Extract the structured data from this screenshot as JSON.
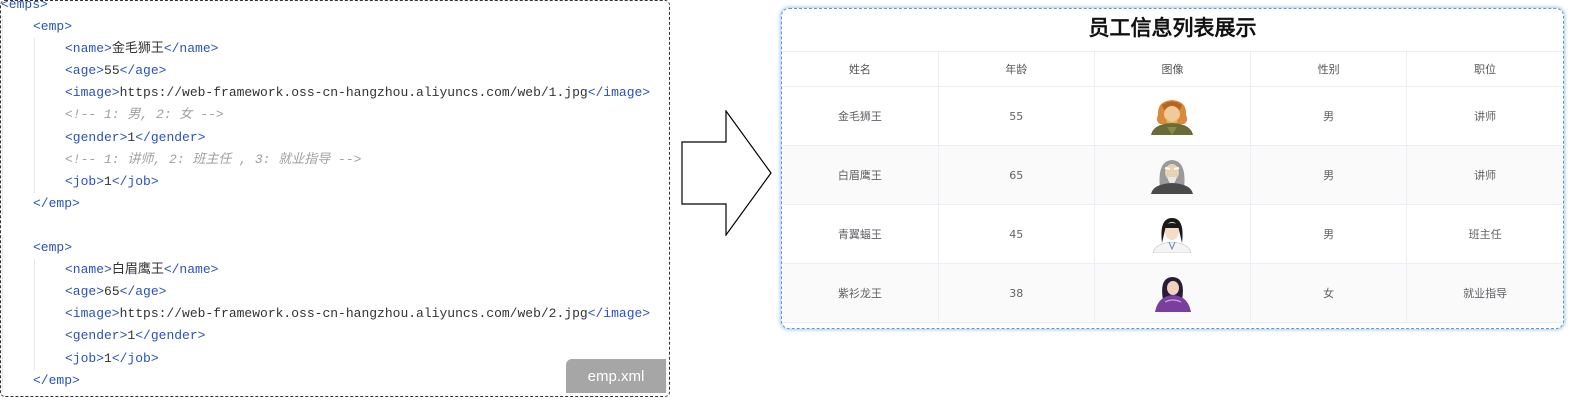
{
  "xml": {
    "lines": [
      {
        "indent": 0,
        "parts": [
          {
            "k": "tag",
            "t": "<emps>"
          }
        ]
      },
      {
        "indent": 1,
        "parts": [
          {
            "k": "tag",
            "t": "<emp>"
          }
        ]
      },
      {
        "indent": 2,
        "parts": [
          {
            "k": "tag",
            "t": "<name>"
          },
          {
            "k": "txt",
            "t": "金毛狮王"
          },
          {
            "k": "tag",
            "t": "</name>"
          }
        ]
      },
      {
        "indent": 2,
        "parts": [
          {
            "k": "tag",
            "t": "<age>"
          },
          {
            "k": "txt",
            "t": "55"
          },
          {
            "k": "tag",
            "t": "</age>"
          }
        ]
      },
      {
        "indent": 2,
        "parts": [
          {
            "k": "tag",
            "t": "<image>"
          },
          {
            "k": "txt",
            "t": "https://web-framework.oss-cn-hangzhou.aliyuncs.com/web/1.jpg"
          },
          {
            "k": "tag",
            "t": "</image>"
          }
        ]
      },
      {
        "indent": 2,
        "parts": [
          {
            "k": "comment",
            "t": "<!-- 1: 男, 2: 女 -->"
          }
        ]
      },
      {
        "indent": 2,
        "parts": [
          {
            "k": "tag",
            "t": "<gender>"
          },
          {
            "k": "txt",
            "t": "1"
          },
          {
            "k": "tag",
            "t": "</gender>"
          }
        ]
      },
      {
        "indent": 2,
        "parts": [
          {
            "k": "comment",
            "t": "<!-- 1: 讲师, 2: 班主任 , 3: 就业指导 -->"
          }
        ]
      },
      {
        "indent": 2,
        "parts": [
          {
            "k": "tag",
            "t": "<job>"
          },
          {
            "k": "txt",
            "t": "1"
          },
          {
            "k": "tag",
            "t": "</job>"
          }
        ]
      },
      {
        "indent": 1,
        "parts": [
          {
            "k": "tag",
            "t": "</emp>"
          }
        ]
      },
      {
        "indent": 0,
        "parts": []
      },
      {
        "indent": 1,
        "parts": [
          {
            "k": "tag",
            "t": "<emp>"
          }
        ]
      },
      {
        "indent": 2,
        "parts": [
          {
            "k": "tag",
            "t": "<name>"
          },
          {
            "k": "txt",
            "t": "白眉鹰王"
          },
          {
            "k": "tag",
            "t": "</name>"
          }
        ]
      },
      {
        "indent": 2,
        "parts": [
          {
            "k": "tag",
            "t": "<age>"
          },
          {
            "k": "txt",
            "t": "65"
          },
          {
            "k": "tag",
            "t": "</age>"
          }
        ]
      },
      {
        "indent": 2,
        "parts": [
          {
            "k": "tag",
            "t": "<image>"
          },
          {
            "k": "txt",
            "t": "https://web-framework.oss-cn-hangzhou.aliyuncs.com/web/2.jpg"
          },
          {
            "k": "tag",
            "t": "</image>"
          }
        ]
      },
      {
        "indent": 2,
        "parts": [
          {
            "k": "tag",
            "t": "<gender>"
          },
          {
            "k": "txt",
            "t": "1"
          },
          {
            "k": "tag",
            "t": "</gender>"
          }
        ]
      },
      {
        "indent": 2,
        "parts": [
          {
            "k": "tag",
            "t": "<job>"
          },
          {
            "k": "txt",
            "t": "1"
          },
          {
            "k": "tag",
            "t": "</job>"
          }
        ]
      },
      {
        "indent": 1,
        "parts": [
          {
            "k": "tag",
            "t": "</emp>"
          }
        ]
      }
    ],
    "file_label": "emp.xml"
  },
  "table": {
    "title": "员工信息列表展示",
    "headers": [
      "姓名",
      "年龄",
      "图像",
      "性别",
      "职位"
    ],
    "rows": [
      {
        "name": "金毛狮王",
        "age": "55",
        "avatar": "golden-lion-avatar",
        "gender": "男",
        "job": "讲师"
      },
      {
        "name": "白眉鹰王",
        "age": "65",
        "avatar": "white-eagle-avatar",
        "gender": "男",
        "job": "讲师"
      },
      {
        "name": "青翼蝠王",
        "age": "45",
        "avatar": "green-bat-avatar",
        "gender": "男",
        "job": "班主任"
      },
      {
        "name": "紫衫龙王",
        "age": "38",
        "avatar": "purple-dragon-avatar",
        "gender": "女",
        "job": "就业指导"
      }
    ]
  },
  "colors": {
    "tag": "#2a52be",
    "comment": "#a0a0a0",
    "panel_border": "#5b9bd5",
    "label_bg": "#a6a6a6"
  }
}
